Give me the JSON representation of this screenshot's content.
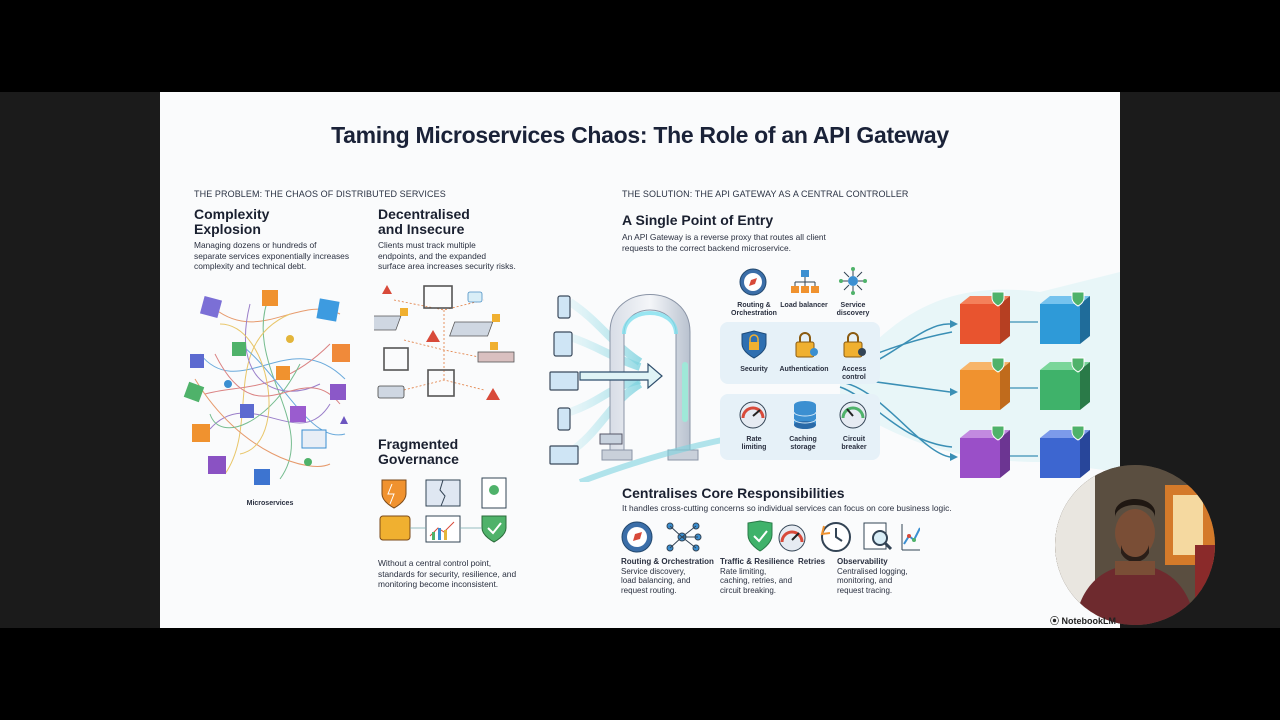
{
  "title": "Taming Microservices Chaos: The Role of an API Gateway",
  "problem": {
    "section_label": "THE PROBLEM: THE CHAOS OF DISTRIBUTED SERVICES",
    "complexity_title_1": "Complexity",
    "complexity_title_2": "Explosion",
    "complexity_body_1": "Managing dozens or hundreds of",
    "complexity_body_2": "separate services exponentially increases",
    "complexity_body_3": "complexity and technical debt.",
    "decentral_title_1": "Decentralised",
    "decentral_title_2": "and Insecure",
    "decentral_body_1": "Clients must track multiple",
    "decentral_body_2": "endpoints, and the expanded",
    "decentral_body_3": "surface area increases security risks.",
    "microservices_label": "Microservices",
    "fragmented_title_1": "Fragmented",
    "fragmented_title_2": "Governance",
    "fragmented_body_1": "Without a central control point,",
    "fragmented_body_2": "standards for security, resilience, and",
    "fragmented_body_3": "monitoring become inconsistent."
  },
  "solution": {
    "section_label": "THE SOLUTION: THE API GATEWAY AS A CENTRAL CONTROLLER",
    "entry_title": "A Single Point of Entry",
    "entry_body_1": "An API Gateway is a reverse proxy that routes all client",
    "entry_body_2": "requests to the correct backend microservice.",
    "features": {
      "routing_1": "Routing &",
      "routing_2": "Orchestration",
      "load_balancer": "Load balancer",
      "service_1": "Service",
      "service_2": "discovery",
      "security": "Security",
      "authentication": "Authentication",
      "access_1": "Access",
      "access_2": "control",
      "rate_1": "Rate",
      "rate_2": "limiting",
      "caching_1": "Caching",
      "caching_2": "storage",
      "circuit_1": "Circuit",
      "circuit_2": "breaker"
    },
    "core_title": "Centralises Core Responsibilities",
    "core_body": "It handles cross-cutting concerns so individual services can focus on core business logic.",
    "core_items": {
      "routing_title": "Routing & Orchestration",
      "routing_1": "Service discovery,",
      "routing_2": "load balancing, and",
      "routing_3": "request routing.",
      "traffic_title": "Traffic & Resilience",
      "traffic_1": "Rate limiting,",
      "traffic_2": "caching, retries, and",
      "traffic_3": "circuit breaking.",
      "retries_title": "Retries",
      "obs_title": "Observability",
      "obs_1": "Centralised logging,",
      "obs_2": "monitoring, and",
      "obs_3": "request tracing."
    }
  },
  "branding": "NotebookLM",
  "colors": {
    "title": "#1a2238",
    "accent_blue": "#2f8fd6",
    "teal": "#7fd3df"
  }
}
